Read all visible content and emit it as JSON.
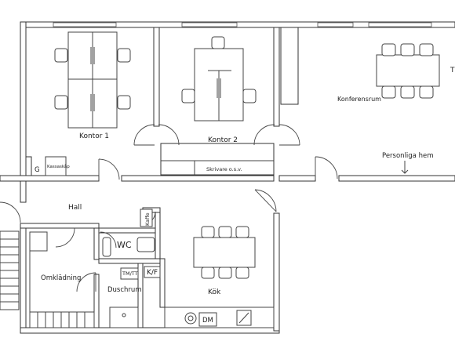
{
  "rooms": {
    "kontor1": "Kontor 1",
    "kontor2": "Kontor 2",
    "konferensrum": "Konferensrum",
    "hall": "Hall",
    "omkladning": "Omklädning",
    "duschrum": "Duschrum",
    "wc": "WC",
    "kok": "Kök",
    "personliga_hem": "Personliga hem",
    "edge_t": "T"
  },
  "fixtures": {
    "g": "G",
    "kassaskap": "Kassaskåp",
    "skrivare": "Skrivare o.s.v.",
    "kaffe": "Kaffe",
    "tm_tt": "TM/TT",
    "kf": "K/F",
    "dm": "DM"
  }
}
